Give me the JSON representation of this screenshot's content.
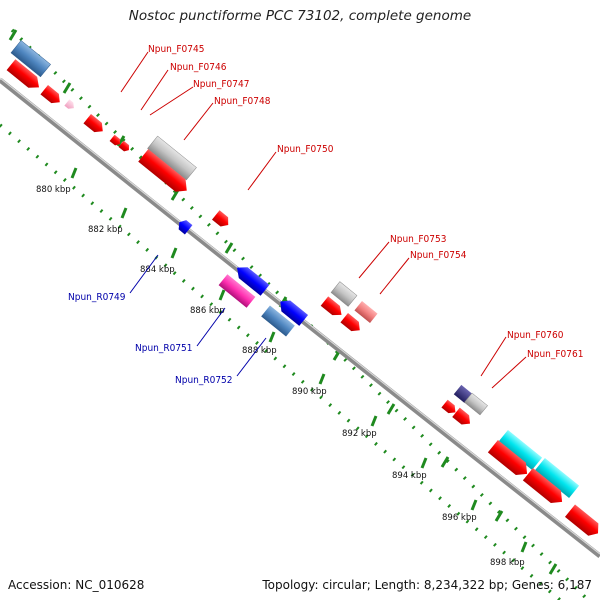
{
  "title": "Nostoc punctiforme PCC 73102, complete genome",
  "footer": {
    "accession": "Accession: NC_010628",
    "summary": "Topology: circular; Length: 8,234,322 bp; Genes: 6,187"
  },
  "colors": {
    "backbone": "#8a8a8a",
    "dots": "#1f8a1f",
    "forward_label": "#cc0000",
    "reverse_label": "#0000aa",
    "cds": "#ff0000",
    "gene": "#b0b0b0",
    "rrna_blue": "#4f86c0",
    "pseudo": "#ff9db5",
    "trna": "#ff2fb0",
    "misc": "#00e5ee",
    "repeat": "#2e2a7a",
    "reverse_cds": "#0000ff"
  },
  "scale_ticks": [
    "880 kbp",
    "882 kbp",
    "884 kbp",
    "886 kbp",
    "888 kbp",
    "890 kbp",
    "892 kbp",
    "894 kbp",
    "896 kbp",
    "898 kbp"
  ],
  "forward_labels": [
    "Npun_F0745",
    "Npun_F0746",
    "Npun_F0747",
    "Npun_F0748",
    "Npun_F0750",
    "Npun_F0753",
    "Npun_F0754",
    "Npun_F0760",
    "Npun_F0761"
  ],
  "reverse_labels": [
    "Npun_R0749",
    "Npun_R0751",
    "Npun_R0752"
  ]
}
